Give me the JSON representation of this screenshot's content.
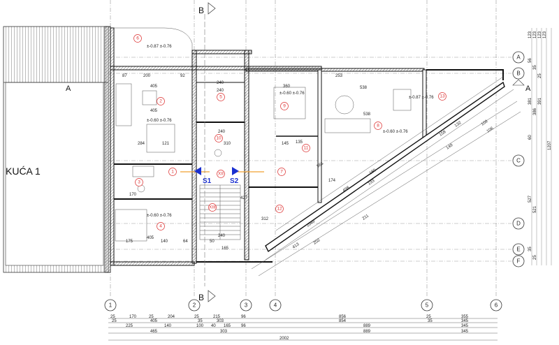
{
  "house_label": "KUĆA 1",
  "section_labels": {
    "a_left": "A",
    "a_right": "A",
    "b_top": "B",
    "b_bottom": "B"
  },
  "grid_columns": [
    "1",
    "2",
    "3",
    "4",
    "5",
    "6"
  ],
  "grid_rows": [
    "A",
    "B",
    "C",
    "D",
    "E",
    "F"
  ],
  "rooms": [
    "6",
    "2",
    "5",
    "9",
    "13",
    "8",
    "10",
    "11",
    "1",
    "XII",
    "7",
    "3",
    "XIII",
    "12",
    "4"
  ],
  "sections": {
    "s1": "S1",
    "s2": "S2"
  },
  "elevations": {
    "room6": "±-0.87 ±-0.76",
    "room2": "±-0.60 ±-0.76",
    "room9": "±-0.60 ±-0.76",
    "room13": "±-0.87 ±-0.76",
    "room8": "±-0.60 ±-0.76",
    "room4": "±-0.60 ±-0.76"
  },
  "bottom_dimensions": [
    [
      "25",
      "170",
      "25",
      "204",
      "25",
      "215",
      "96",
      "856",
      "25",
      "355"
    ],
    [
      "25",
      "405",
      "35",
      "303",
      "854",
      "35",
      "345"
    ],
    [
      "225",
      "140",
      "100",
      "40",
      "165",
      "96",
      "889",
      "345"
    ],
    [
      "465",
      "303",
      "889",
      "345"
    ],
    [
      "2002"
    ]
  ],
  "right_dimensions": [
    "123",
    "123",
    "123",
    "123",
    "56",
    "35",
    "25",
    "381",
    "386",
    "391",
    "60",
    "1207",
    "527",
    "521",
    "35",
    "25"
  ],
  "room_dimensions": [
    "405",
    "405",
    "240",
    "240",
    "240",
    "200",
    "87",
    "92",
    "284",
    "121",
    "310",
    "145",
    "135",
    "360",
    "538",
    "538",
    "253",
    "405",
    "175",
    "140",
    "64",
    "50",
    "240",
    "165",
    "312",
    "427",
    "170",
    "561",
    "174",
    "498",
    "193",
    "180",
    "1049",
    "211",
    "202",
    "413",
    "149",
    "158",
    "132",
    "109",
    "106"
  ],
  "colors": {
    "room_marker": "#d33333",
    "section_arrow": "#1a2fd0",
    "door_highlight": "#f0a030"
  }
}
